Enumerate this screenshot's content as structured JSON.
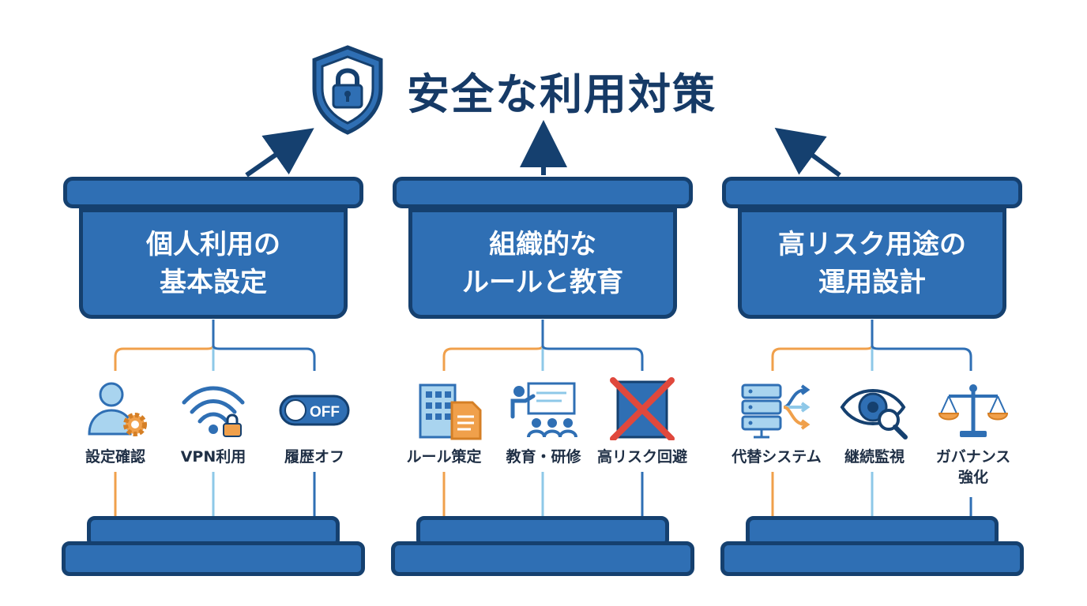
{
  "title": "安全な利用対策",
  "title_icon": "shield-lock-icon",
  "colors": {
    "navy": "#15406f",
    "blue": "#2f6fb4",
    "light_blue": "#8ec8e8",
    "orange": "#f0a04b",
    "red": "#e0483c"
  },
  "pillars": [
    {
      "title": "個人利用の\n基本設定",
      "items": [
        {
          "label": "設定確認",
          "icon": "user-gear-icon"
        },
        {
          "label": "VPN利用",
          "icon": "wifi-lock-icon"
        },
        {
          "label": "履歴オフ",
          "icon": "toggle-off-icon",
          "toggle_text": "OFF"
        }
      ]
    },
    {
      "title": "組織的な\nルールと教育",
      "items": [
        {
          "label": "ルール策定",
          "icon": "building-document-icon"
        },
        {
          "label": "教育・研修",
          "icon": "presentation-training-icon"
        },
        {
          "label": "高リスク回避",
          "icon": "crossed-out-icon"
        }
      ]
    },
    {
      "title": "高リスク用途の\n運用設計",
      "items": [
        {
          "label": "代替システム",
          "icon": "server-routing-icon"
        },
        {
          "label": "継続監視",
          "icon": "eye-magnifier-icon"
        },
        {
          "label": "ガバナンス\n強化",
          "icon": "balance-scale-icon"
        }
      ]
    }
  ]
}
